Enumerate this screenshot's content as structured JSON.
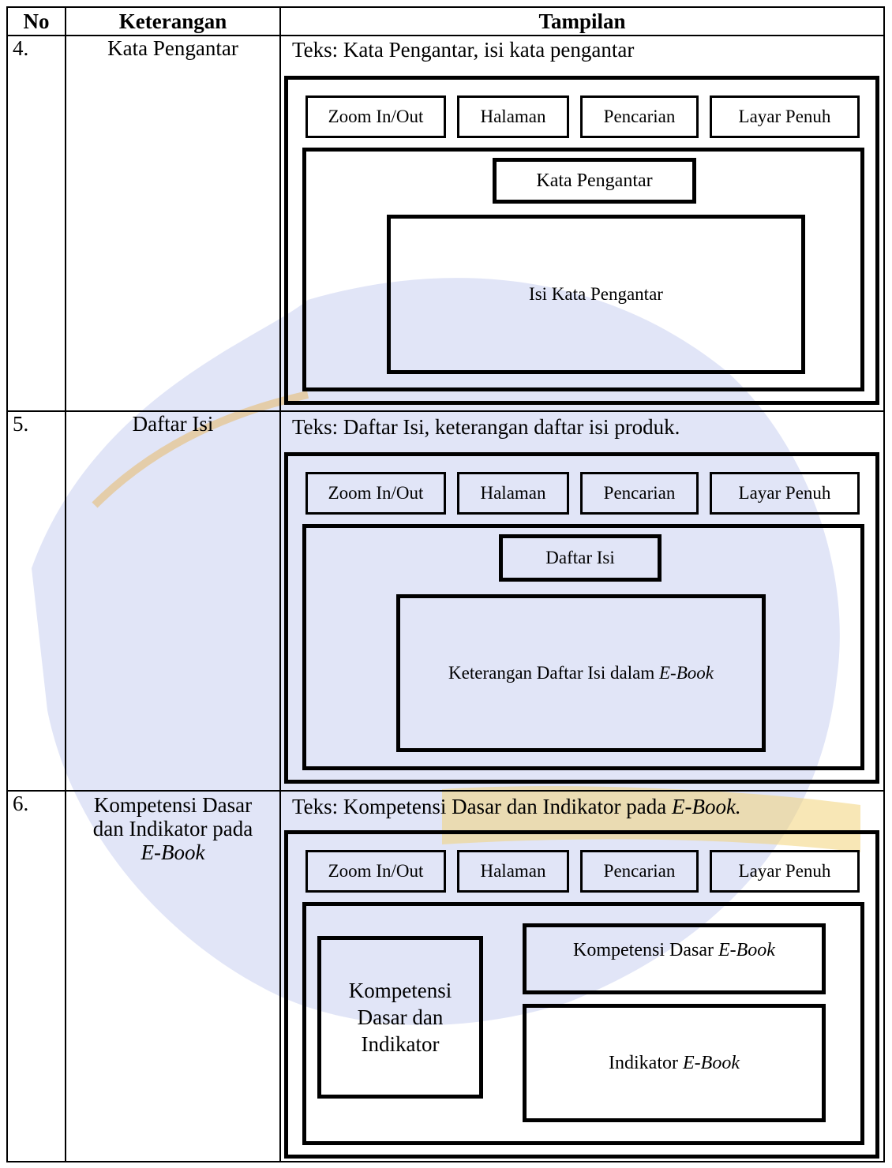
{
  "headers": {
    "no": "No",
    "keterangan": "Keterangan",
    "tampilan": "Tampilan"
  },
  "toolbar_labels": [
    "Zoom In/Out",
    "Halaman",
    "Pencarian",
    "Layar Penuh"
  ],
  "rows": [
    {
      "no": "4.",
      "keterangan": "Kata Pengantar",
      "teks": "Teks: Kata Pengantar, isi kata pengantar",
      "title_box": "Kata Pengantar",
      "content_box": "Isi Kata Pengantar"
    },
    {
      "no": "5.",
      "keterangan": "Daftar Isi",
      "teks": "Teks: Daftar Isi, keterangan daftar isi produk.",
      "title_box": "Daftar Isi",
      "content_box_prefix": "Keterangan Daftar Isi dalam ",
      "content_box_italic": "E-Book"
    },
    {
      "no": "6.",
      "keterangan_line1": "Kompetensi Dasar",
      "keterangan_line2": "dan Indikator pada",
      "keterangan_italic": "E-Book",
      "teks_prefix": "Teks: Kompetensi Dasar dan Indikator pada ",
      "teks_italic": "E-Book.",
      "left_box": [
        "Kompetensi",
        "Dasar dan",
        "Indikator"
      ],
      "kd_box_prefix": "Kompetensi Dasar ",
      "kd_box_italic": "E-Book",
      "ind_box_prefix": "Indikator ",
      "ind_box_italic": "E-Book"
    }
  ]
}
